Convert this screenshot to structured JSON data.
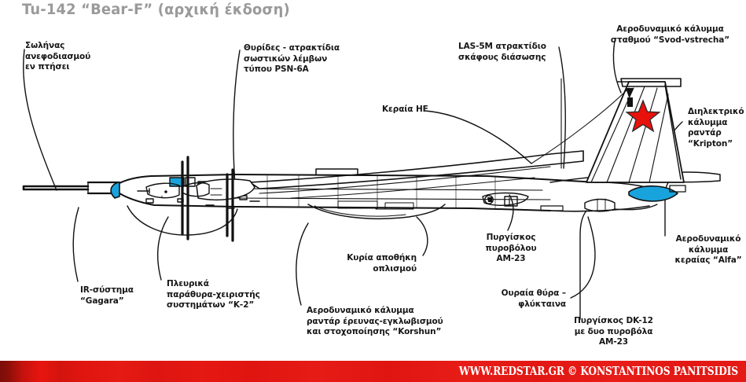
{
  "title": "Tu-142 “Bear-F” (αρχική  έκδοση)",
  "colors": {
    "title_gray": "#9a9a9a",
    "label_black": "#161616",
    "accent_cyan": "#19a3dc",
    "star_red": "#e8120c",
    "footer_red": "#e51a15",
    "footer_red_dark": "#7c0d08",
    "line_black": "#111111"
  },
  "labels": [
    {
      "id": "refuel-probe",
      "text": "Σωλήνας\nανεφοδιασμού\nεν πτήσει"
    },
    {
      "id": "liferaft-hatches",
      "text": "Θυρίδες - ατρακτίδια\nσωστικών λέμβων\nτύπου PSN-6A"
    },
    {
      "id": "las-5m",
      "text": "LAS-5M ατρακτίδιο\nσκάφους διάσωσης"
    },
    {
      "id": "svod-vstrecha",
      "text": "Αεροδυναμικό κάλυμμα\nσταθμού “Svod-vstrecha”"
    },
    {
      "id": "hf-antenna",
      "text": "Κεραία HF"
    },
    {
      "id": "kripton-radome",
      "text": "Διηλεκτρικό\nκάλυμμα\nραντάρ\n“Kripton”"
    },
    {
      "id": "alfa-antenna",
      "text": "Αεροδυναμικό\nκάλυμμα\nκεραίας “Alfa”"
    },
    {
      "id": "ir-gagara",
      "text": "IR-σύστημα\n“Gagara”"
    },
    {
      "id": "k2-windows",
      "text": "Πλευρικά\nπαράθυρα-χειριστής\nσυστημάτων “Κ-2”"
    },
    {
      "id": "main-weapons-bay",
      "text": "Κυρία αποθήκη\nοπλισμού"
    },
    {
      "id": "korshun-radome",
      "text": "Αεροδυναμικό κάλυμμα\nραντάρ έρευνας-εγκλωβισμού\nκαι στοχοποίησης “Korshun”"
    },
    {
      "id": "am23-turret",
      "text": "Πυργίσκος\nπυροβόλου\nΑΜ-23"
    },
    {
      "id": "tail-door",
      "text": "Ουραία θύρα –\nφλύκταινα"
    },
    {
      "id": "dk12-turret",
      "text": "Πυργίσκος DK-12\nμε δυο πυροβόλα\nΑΜ-23"
    }
  ],
  "footer": {
    "text": "WWW.REDSTAR.GR © KONSTANTINOS PANITSIDIS"
  }
}
